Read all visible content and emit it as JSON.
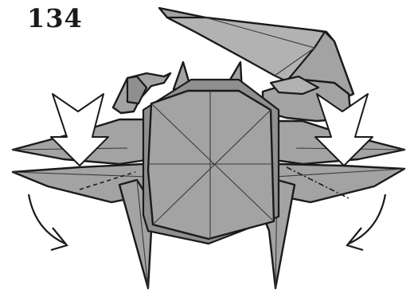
{
  "step": {
    "number": "134"
  },
  "colors": {
    "paper": "#a3a3a3",
    "outline": "#1a1a1a",
    "arrow": "#ffffff",
    "background": "#ffffff"
  },
  "icons": {
    "push_arrows": "push-down-arrow",
    "rotate_arrows": "curved-fold-arrow"
  }
}
